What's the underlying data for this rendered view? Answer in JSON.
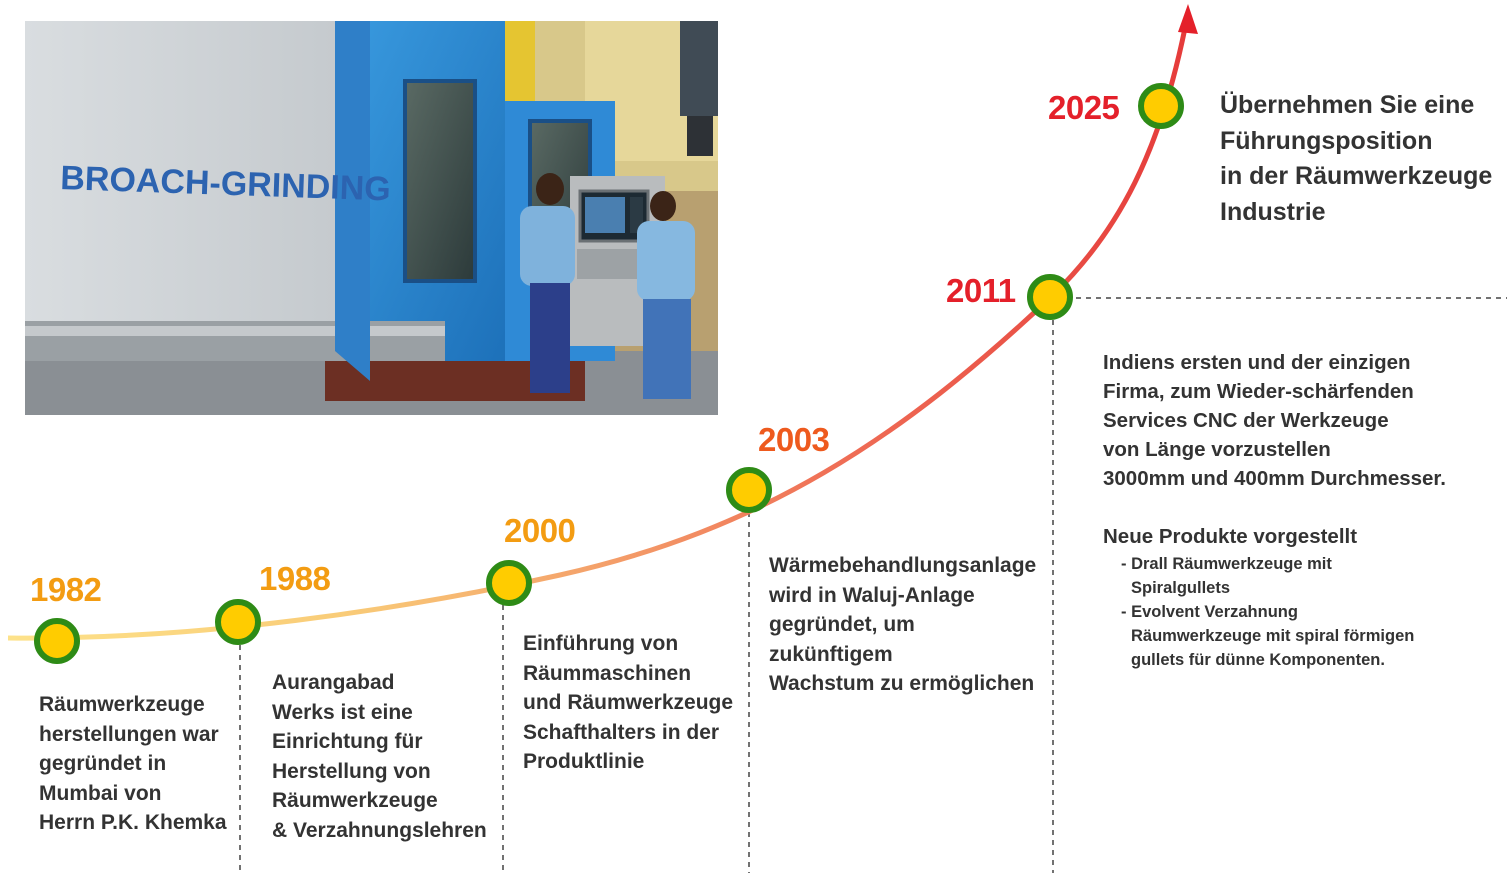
{
  "photo": {
    "sign_text": "BROACH-GRINDING"
  },
  "colors": {
    "orange": "#f39c12",
    "orange_red": "#ee5a1e",
    "red": "#e4202a",
    "node_fill": "#ffcc00",
    "node_ring": "#2e8b16",
    "text": "#333333"
  },
  "milestones": [
    {
      "year": "1982",
      "lines": [
        "Räumwerkzeuge",
        "herstellungen war",
        "gegründet in",
        "Mumbai von",
        "Herrn P.K. Khemka"
      ]
    },
    {
      "year": "1988",
      "lines": [
        "Aurangabad",
        "Werks ist eine",
        "Einrichtung für",
        "Herstellung von",
        "Räumwerkzeuge",
        "& Verzahnungslehren"
      ]
    },
    {
      "year": "2000",
      "lines": [
        "Einführung von",
        "Räummaschinen",
        "und Räumwerkzeuge",
        "Schafthalters in der",
        "Produktlinie"
      ]
    },
    {
      "year": "2003",
      "lines": [
        "Wärmebehandlungsanlage",
        "wird in Waluj-Anlage",
        "gegründet, um",
        "zukünftigem",
        "Wachstum zu ermöglichen"
      ]
    },
    {
      "year": "2011",
      "lines": [
        "Indiens ersten und der einzigen",
        "Firma, zum Wieder-schärfenden",
        "Services CNC der Werkzeuge",
        "von Länge vorzustellen",
        "3000mm und 400mm Durchmesser."
      ],
      "new_products_title": "Neue Produkte vorgestellt",
      "new_products": [
        "- Drall Räumwerkzeuge mit",
        "  Spiralgullets",
        "- Evolvent Verzahnung",
        "  Räumwerkzeuge mit spiral förmigen",
        "  gullets für dünne Komponenten."
      ]
    },
    {
      "year": "2025",
      "lines": [
        "Übernehmen Sie eine",
        "Führungsposition",
        "in der Räumwerkzeuge",
        "Industrie"
      ]
    }
  ]
}
